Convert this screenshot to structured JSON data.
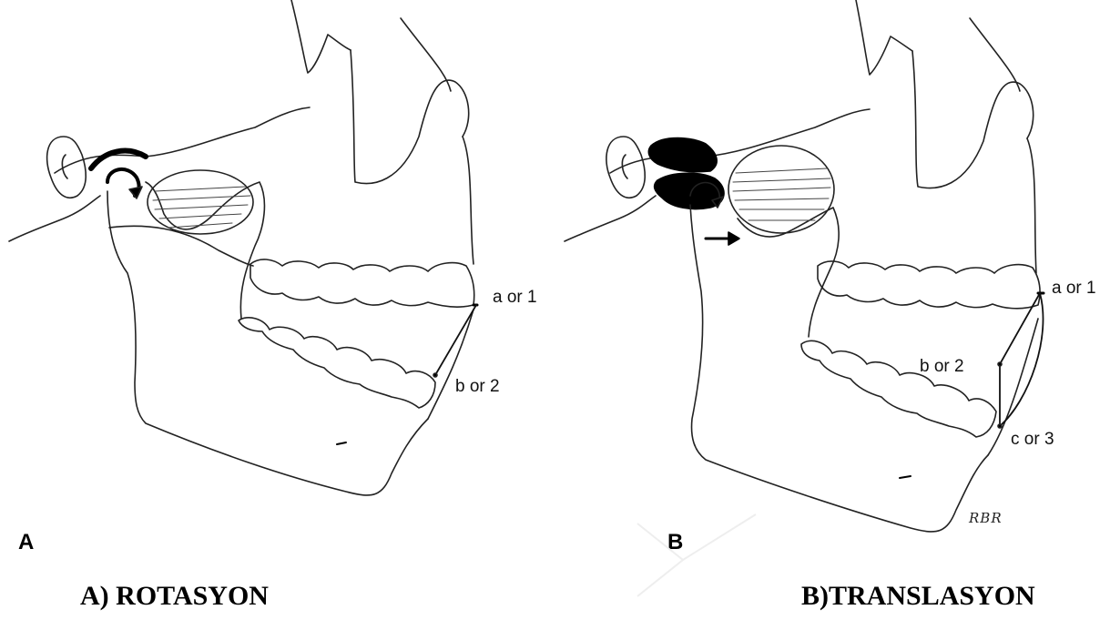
{
  "figure_a": {
    "letter": "A",
    "caption": "A) ROTASYON",
    "points": [
      "a or 1",
      "b or 2"
    ]
  },
  "figure_b": {
    "letter": "B",
    "caption": "B)TRANSLASYON",
    "points": [
      "a or 1",
      "b or 2",
      "c or 3"
    ],
    "signature": "RBR"
  }
}
